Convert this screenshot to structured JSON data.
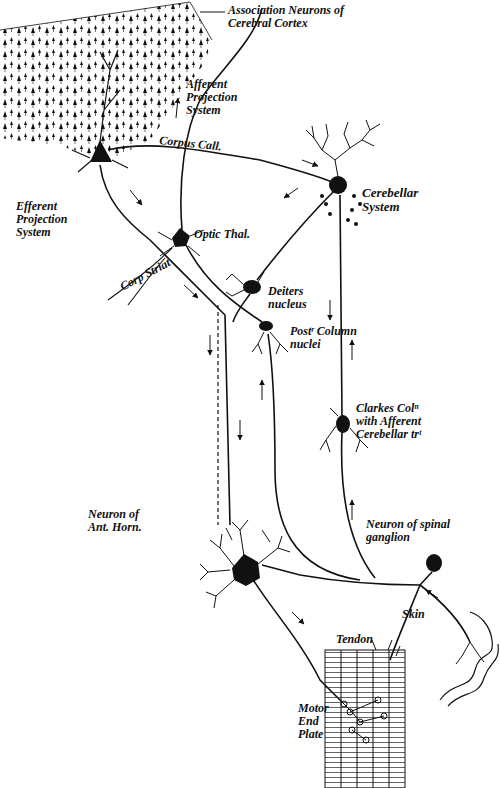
{
  "diagram": {
    "labels": [
      "Association Neurons of Cerebral Cortex",
      "Afferent Projection System",
      "Corpus Call.",
      "Cerebellar System",
      "Efferent Projection System",
      "Optic Thal.",
      "Deiters nucleus",
      "Corp Striat",
      "Postʳ Column nuclei",
      "Clarkes Colⁿ with Afferent Cerebellar trᵗ",
      "Neuron of spinal ganglion",
      "Neuron of Ant. Horn.",
      "Skin",
      "Tendon",
      "Motor End Plate"
    ]
  }
}
